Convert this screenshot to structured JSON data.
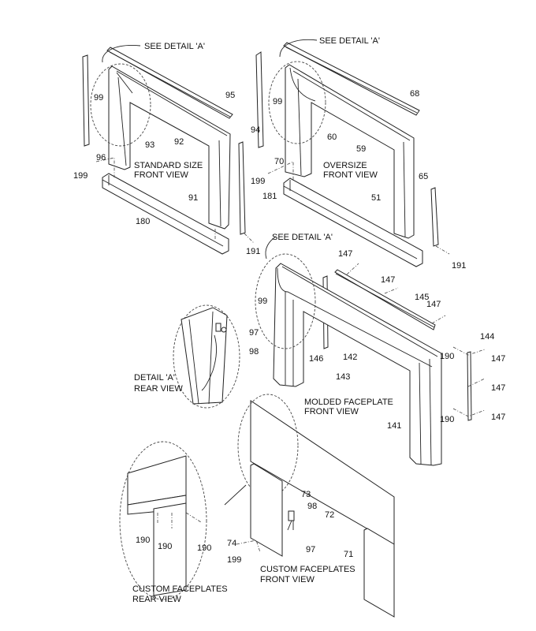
{
  "captions": {
    "see_detail_1": "SEE DETAIL 'A'",
    "see_detail_2": "SEE DETAIL 'A'",
    "see_detail_3": "SEE DETAIL 'A'",
    "standard_1": "STANDARD SIZE",
    "standard_2": "FRONT VIEW",
    "oversize_1": "OVERSIZE",
    "oversize_2": "FRONT VIEW",
    "molded_1": "MOLDED FACEPLATE",
    "molded_2": "FRONT VIEW",
    "detail_1": "DETAIL 'A'",
    "detail_2": "REAR VIEW",
    "custom_front_1": "CUSTOM FACEPLATES",
    "custom_front_2": "FRONT VIEW",
    "custom_rear_1": "CUSTOM FACEPLATES",
    "custom_rear_2": "REAR VIEW"
  },
  "parts": {
    "p95": "95",
    "p99a": "99",
    "p93": "93",
    "p92": "92",
    "p96": "96",
    "p199a": "199",
    "p91": "91",
    "p180": "180",
    "p94": "94",
    "p191a": "191",
    "p68": "68",
    "p99b": "99",
    "p60": "60",
    "p59": "59",
    "p70": "70",
    "p199b": "199",
    "p181": "181",
    "p51": "51",
    "p65": "65",
    "p191b": "191",
    "p147a": "147",
    "p147b": "147",
    "p145": "145",
    "p147c": "147",
    "p99c": "99",
    "p97a": "97",
    "p98a": "98",
    "p146": "146",
    "p142": "142",
    "p143": "143",
    "p190a": "190",
    "p144": "144",
    "p147d": "147",
    "p147e": "147",
    "p147f": "147",
    "p190b": "190",
    "p141": "141",
    "p73": "73",
    "p98b": "98",
    "p72": "72",
    "p74": "74",
    "p97b": "97",
    "p199c": "199",
    "p71": "71",
    "p190c": "190",
    "p190d": "190",
    "p190e": "190"
  }
}
